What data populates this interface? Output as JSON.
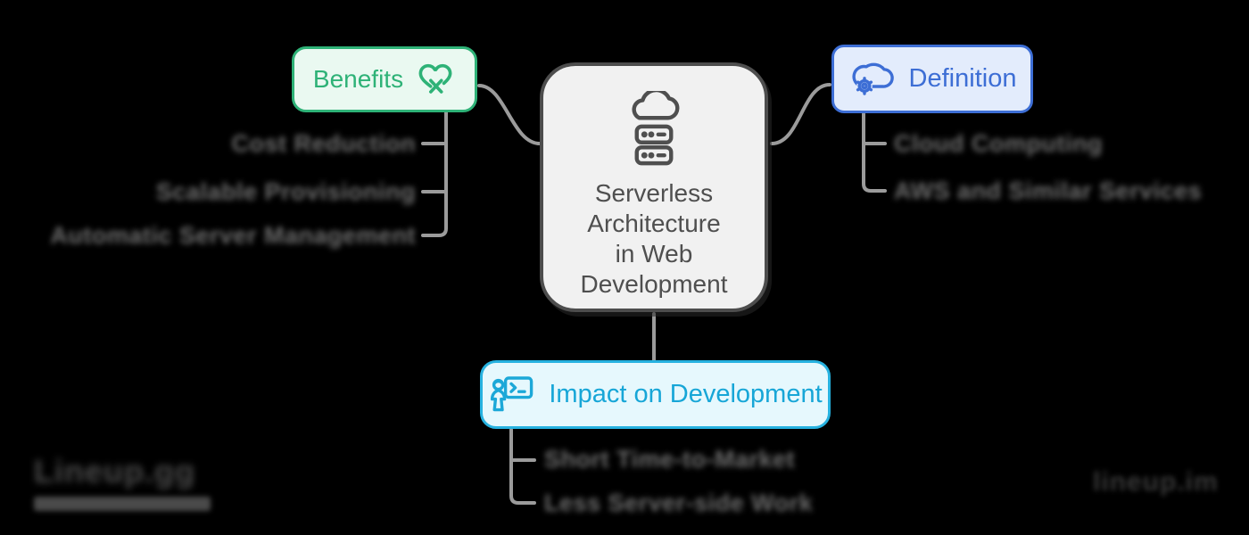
{
  "canvas": {
    "background": "#000000",
    "connector_color": "#9b9b9b"
  },
  "center": {
    "title_lines": [
      "Serverless",
      "Architecture",
      "in Web",
      "Development"
    ],
    "icon": "cloud-server-icon",
    "bg": "#f1f1f1",
    "border": "#4d4d4d",
    "text_color": "#4f4f4f"
  },
  "branches": {
    "benefits": {
      "label": "Benefits",
      "icon": "heart-x-icon",
      "accent": "#2eb277",
      "bg": "#eaf9f1",
      "items": [
        "Cost Reduction",
        "Scalable Provisioning",
        "Automatic Server Management"
      ],
      "items_blurred": true
    },
    "definition": {
      "label": "Definition",
      "icon": "cloud-gear-icon",
      "accent": "#3d6ed5",
      "bg": "#e3ecfc",
      "items": [
        "Cloud Computing",
        "AWS and Similar Services"
      ],
      "items_blurred": true
    },
    "impact": {
      "label": "Impact on Development",
      "icon": "person-terminal-icon",
      "accent": "#27b2e0",
      "bg": "#e6f8fd",
      "items": [
        "Short Time-to-Market",
        "Less Server-side Work"
      ],
      "items_blurred": true
    }
  },
  "footer": {
    "logo_text": "Lineup.gg",
    "logo_blurred": true,
    "watermark_text": "lineup.im",
    "watermark_blurred": true
  }
}
